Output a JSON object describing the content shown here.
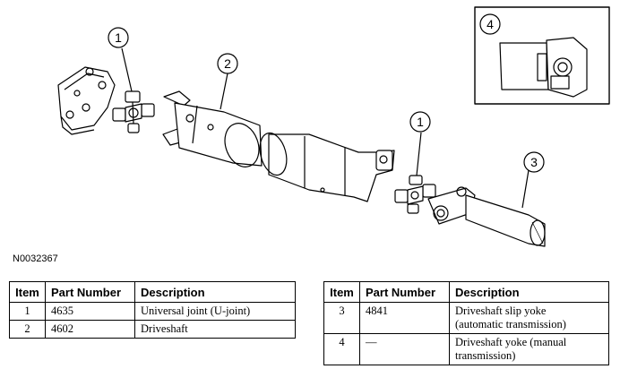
{
  "figure": {
    "callouts": [
      "1",
      "2",
      "1",
      "3",
      "4"
    ],
    "figure_id": "N0032367"
  },
  "table_left": {
    "headers": [
      "Item",
      "Part Number",
      "Description"
    ],
    "rows": [
      {
        "item": "1",
        "part": "4635",
        "desc": "Universal joint (U-joint)"
      },
      {
        "item": "2",
        "part": "4602",
        "desc": "Driveshaft"
      }
    ]
  },
  "table_right": {
    "headers": [
      "Item",
      "Part Number",
      "Description"
    ],
    "rows": [
      {
        "item": "3",
        "part": "4841",
        "desc_line1": "Driveshaft slip yoke",
        "desc_line2": "(automatic transmission)"
      },
      {
        "item": "4",
        "part": "—",
        "desc_line1": "Driveshaft yoke (manual",
        "desc_line2": "transmission)"
      }
    ]
  }
}
